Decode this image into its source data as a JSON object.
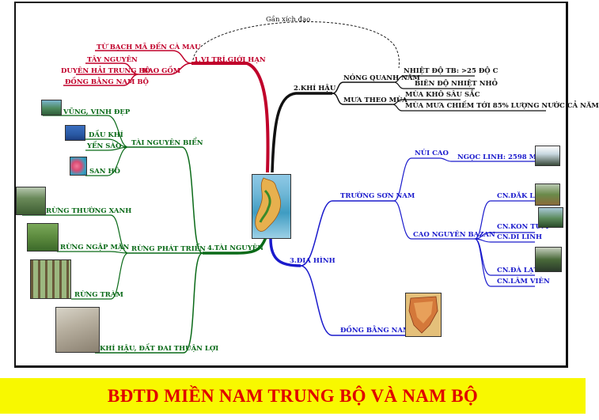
{
  "title": "BĐTD MIỀN NAM TRUNG BỘ VÀ NAM BỘ",
  "equator_note": "Gần xích đạo",
  "branches": {
    "location": {
      "label": "1.VỊ TRÍ,GIỚI HẠN",
      "sub_label": "BAO GỒM",
      "items": [
        "TỪ BẠCH MÃ ĐẾN CÀ MAU",
        "TÂY NGUYÊN",
        "DUYÊN HẢI TRUNG BỘ",
        "ĐỒNG BẰNG NAM BỘ"
      ]
    },
    "climate": {
      "label": "2.KHÍ HẬU",
      "hot": {
        "label": "NÓNG QUANH NĂM",
        "items": [
          "NHIỆT ĐỘ TB: >25 ĐỘ C",
          "BIÊN ĐỘ NHIỆT NHỎ"
        ]
      },
      "season": {
        "label": "MƯA THEO MÙA",
        "items": [
          "MÙA KHÔ SÂU SẮC",
          "MÙA MƯA CHIẾM TỚI 85% LƯỢNG NƯỚC CẢ NĂM"
        ]
      }
    },
    "terrain": {
      "label": "3.ĐỊA HÌNH",
      "truong_son": {
        "label": "TRƯỜNG SƠN NAM",
        "mountain": {
          "label": "NÚI CAO",
          "items": [
            "NGỌC LINH: 2598 M"
          ]
        },
        "plateau": {
          "label": "CAO NGUYÊN BAZAN",
          "items": [
            "CN.ĐĂK LĂK",
            "CN.KON TUM",
            "CN.DI LINH",
            "CN.ĐÀ LẠT",
            "CN.LÂM VIÊN"
          ]
        }
      },
      "delta": {
        "label": "ĐỒNG BẰNG NAM BỘ"
      }
    },
    "resources": {
      "label": "4.TÀI NGUYÊN",
      "sea": {
        "label": "TÀI NGUYÊN BIỂN",
        "items": [
          "VŨNG, VỊNH ĐẸP",
          "DẦU KHÍ",
          "YẾN SÀO",
          "SAN HÔ"
        ]
      },
      "forest": {
        "label": "RỪNG PHÁT TRIỂN",
        "items": [
          "RỪNG THƯỜNG XANH",
          "RỪNG NGẬP MẶN",
          "RỪNG TRÀM"
        ]
      },
      "climate_land": {
        "label": "KHÍ HẬU, ĐẤT ĐAI THUẬN LỢI"
      }
    }
  },
  "colors": {
    "red": "#c0002a",
    "black": "#111111",
    "blue": "#1a1acc",
    "green": "#0a6a18",
    "banner_bg": "#f8f800",
    "banner_text": "#e00000"
  }
}
